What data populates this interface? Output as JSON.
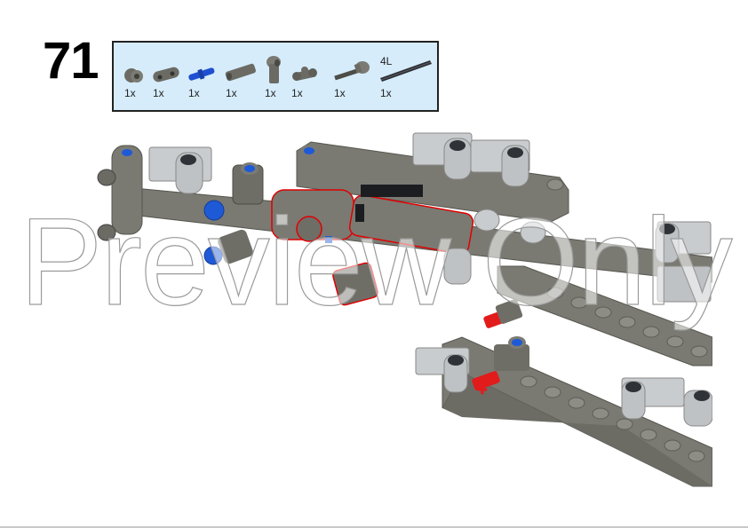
{
  "step": {
    "number": "71"
  },
  "parts_list": {
    "background": "#d6ecfb",
    "items": [
      {
        "icon": "bush-half-icon",
        "color": "#6b6b64",
        "qty": "1x"
      },
      {
        "icon": "liftarm-2l-icon",
        "color": "#6b6b64",
        "qty": "1x"
      },
      {
        "icon": "axle-pin-blue-icon",
        "color": "#1f4fd1",
        "qty": "1x"
      },
      {
        "icon": "axle-connector-icon",
        "color": "#6b6b64",
        "qty": "1x"
      },
      {
        "icon": "perpendicular-connector-icon",
        "color": "#6b6b64",
        "qty": "1x"
      },
      {
        "icon": "universal-joint-icon",
        "color": "#6b6b64",
        "qty": "1x"
      },
      {
        "icon": "axle-with-stop-icon",
        "color": "#6b6b64",
        "qty": "1x"
      },
      {
        "icon": "axle-4l-icon",
        "color": "#2c2e33",
        "qty": "1x",
        "length": "4L"
      }
    ]
  },
  "colors": {
    "beam": "#7a7a72",
    "beam_dark": "#5f5f58",
    "light_grey": "#c9ccce",
    "blue_pin": "#1f5ad6",
    "red_axle": "#e21b1b",
    "highlight_outline": "#e00000"
  },
  "watermark": {
    "text": "Preview Only"
  }
}
